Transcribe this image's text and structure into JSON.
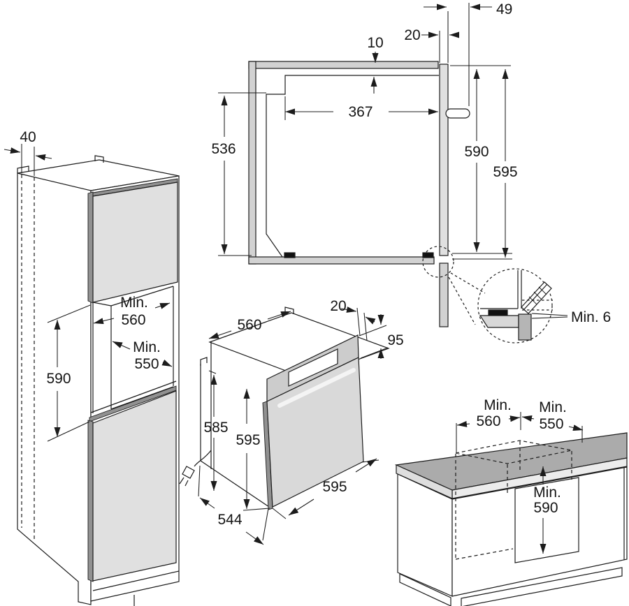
{
  "colors": {
    "line": "#1c1c1c",
    "wall": "#d2d2d2",
    "panel": "#e0e0e0",
    "panel_edge": "#919191",
    "door": "#d9d9d9",
    "strip": "#cccccc",
    "worktop": "#ababab",
    "worktop_edge": "#ececec",
    "end_edge": "#dedede",
    "detail_shelf": "#d8d8d8",
    "detail_front": "#b5b5b5",
    "black": "#111111",
    "white": "#ffffff"
  },
  "plan": {
    "d10": "10",
    "d20": "20",
    "d49": "49",
    "d367": "367",
    "d536": "536",
    "d590": "590",
    "d595": "595",
    "min6": "Min. 6"
  },
  "tall": {
    "d40": "40",
    "min1": "Min.",
    "v1": "560",
    "min2": "Min.",
    "v2": "550",
    "d590": "590"
  },
  "oven": {
    "d560": "560",
    "d20": "20",
    "d95": "95",
    "d585": "585",
    "d595h": "595",
    "d595w": "595",
    "d544": "544"
  },
  "base": {
    "min1": "Min.",
    "v1": "560",
    "min2": "Min.",
    "v2": "550",
    "min3": "Min.",
    "v3": "590"
  }
}
